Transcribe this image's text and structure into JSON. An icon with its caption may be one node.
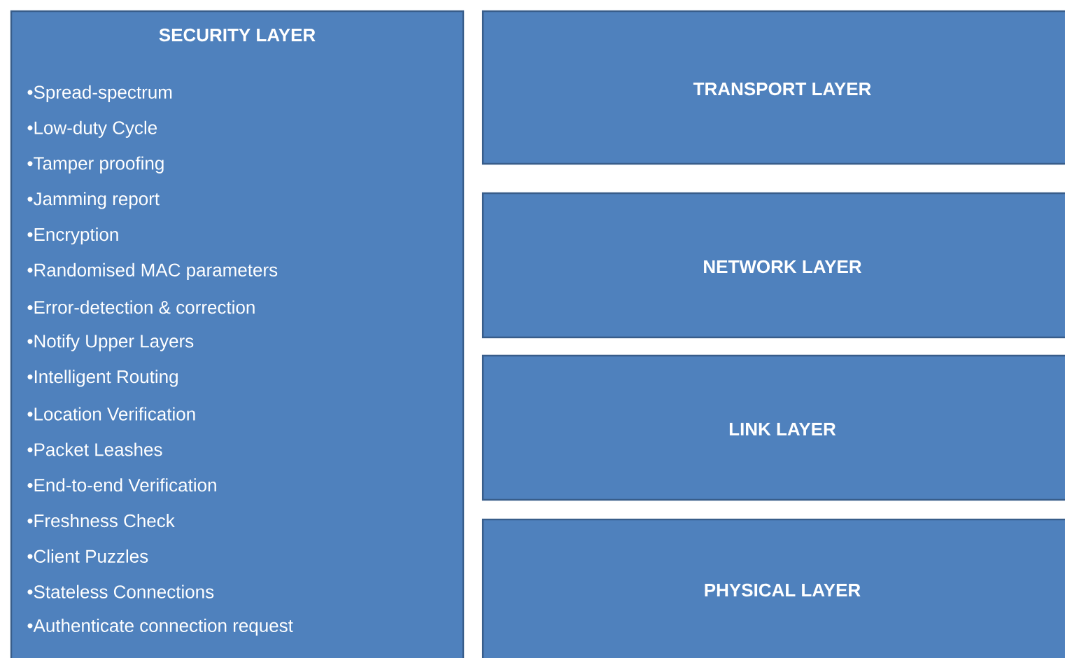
{
  "diagram": {
    "nodes": [
      {
        "text": [
          "SECURITY LAYER",
          "•Spread-spectrum",
          "•Low-duty Cycle",
          "•Tamper proofing",
          "•Jamming report",
          "•Encryption",
          "•Randomised MAC parameters",
          "•Error-detection & correction",
          "•Notify Upper Layers",
          "•Intelligent Routing",
          "•Location Verification",
          "•Packet Leashes",
          "•End-to-end Verification",
          "•Freshness Check",
          "•Client Puzzles",
          "•Stateless Connections",
          "•Authenticate connection request"
        ]
      },
      {
        "text": [
          "TRANSPORT LAYER"
        ]
      },
      {
        "text": [
          "NETWORK LAYER"
        ]
      },
      {
        "text": [
          "LINK LAYER"
        ]
      },
      {
        "text": [
          "PHYSICAL LAYER"
        ]
      }
    ]
  }
}
